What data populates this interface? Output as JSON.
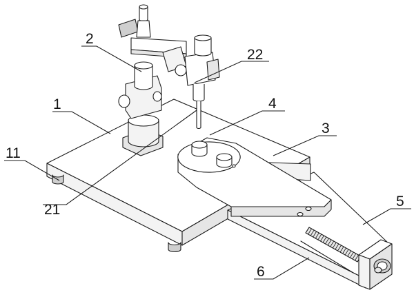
{
  "labels": {
    "l1": "1",
    "l2": "2",
    "l3": "3",
    "l4": "4",
    "l5": "5",
    "l6": "6",
    "l11": "11",
    "l21": "21",
    "l22": "22"
  }
}
